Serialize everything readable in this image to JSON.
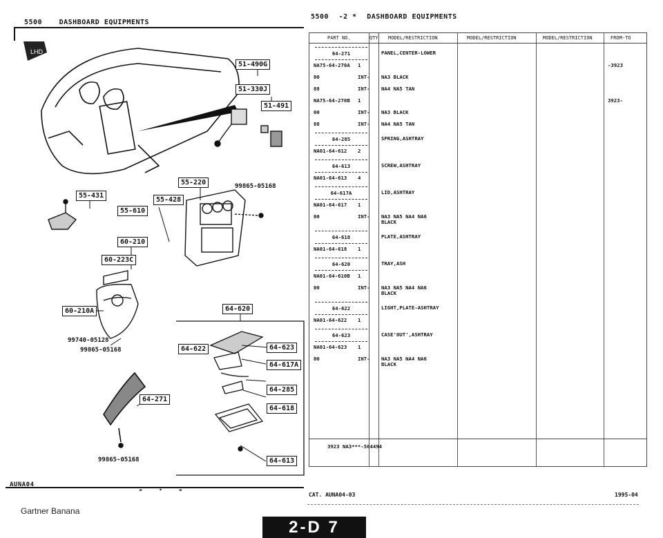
{
  "left_header": {
    "code": "5500",
    "title": "DASHBOARD EQUIPMENTS"
  },
  "right_header": {
    "code": "5500",
    "sub": "-2 *",
    "title": "DASHBOARD EQUIPMENTS"
  },
  "diagram": {
    "callouts": {
      "c51_490G": "51-490G",
      "c51_330J": "51-330J",
      "c51_491": "51-491",
      "c55_220": "55-220",
      "c55_431": "55-431",
      "c55_428": "55-428",
      "c55_610": "55-610",
      "c60_210": "60-210",
      "c60_223C": "60-223C",
      "c60_210A": "60-210A",
      "c64_620": "64-620",
      "c64_622": "64-622",
      "c64_623": "64-623",
      "c64_617A": "64-617A",
      "c64_285": "64-285",
      "c64_618": "64-618",
      "c64_271": "64-271",
      "c64_613": "64-613"
    },
    "part_numbers": {
      "p1": "99865-05168",
      "p2": "99740-05128",
      "p3": "99865-05168",
      "p4": "99865-05168"
    },
    "bottom_left_code": "AUNA04",
    "watermark": "Gartner Banana"
  },
  "table": {
    "headers": [
      "PART NO.",
      "QTY",
      "MODEL/RESTRICTION",
      "MODEL/RESTRICTION",
      "MODEL/RESTRICTION",
      "FROM-TO"
    ],
    "rows": [
      {
        "ref": "64-271",
        "desc": "PANEL,CENTER-LOWER"
      },
      {
        "part": "NA75-64-270A",
        "qty": "1",
        "from": "-3923"
      },
      {
        "part": "00",
        "qty": "INT-",
        "desc": "NA3 BLACK"
      },
      {
        "part": "88",
        "qty": "INT-",
        "desc": "NA4 NA5 TAN"
      },
      {
        "part": "NA75-64-270B",
        "qty": "1",
        "from": "3923-"
      },
      {
        "part": "00",
        "qty": "INT-",
        "desc": "NA3 BLACK"
      },
      {
        "part": "88",
        "qty": "INT-",
        "desc": "NA4 NA5 TAN"
      },
      {
        "ref": "64-285",
        "desc": "SPRING,ASHTRAY"
      },
      {
        "part": "NA01-64-612",
        "qty": "2"
      },
      {
        "ref": "64-613",
        "desc": "SCREW,ASHTRAY"
      },
      {
        "part": "NA01-64-613",
        "qty": "4"
      },
      {
        "ref": "64-617A",
        "desc": "LID,ASHTRAY"
      },
      {
        "part": "NA01-64-617",
        "qty": "1"
      },
      {
        "part": "00",
        "qty": "INT-",
        "desc": "NA3 NA5 NA4 NA6",
        "desc2": "BLACK"
      },
      {
        "ref": "64-618",
        "desc": "PLATE,ASHTRAY"
      },
      {
        "part": "NA01-64-618",
        "qty": "1"
      },
      {
        "ref": "64-620",
        "desc": "TRAY,ASH"
      },
      {
        "part": "NA01-64-610B",
        "qty": "1"
      },
      {
        "part": "00",
        "qty": "INT-",
        "desc": "NA3 NA5 NA4 NA6",
        "desc2": "BLACK"
      },
      {
        "ref": "64-622",
        "desc": "LIGHT,PLATE-ASHTRAY"
      },
      {
        "part": "NA01-64-622",
        "qty": "1"
      },
      {
        "ref": "64-623",
        "desc": "CASE'OUT',ASHTRAY"
      },
      {
        "part": "NA01-64-623",
        "qty": "1"
      },
      {
        "part": "00",
        "qty": "INT-",
        "desc": "NA3 NA5 NA4 NA6",
        "desc2": "BLACK"
      }
    ],
    "footnote": "3923 NA3***-504494"
  },
  "footer": {
    "cat": "CAT. AUNA04-03",
    "date": "1995-04",
    "page": "2-D 7"
  }
}
